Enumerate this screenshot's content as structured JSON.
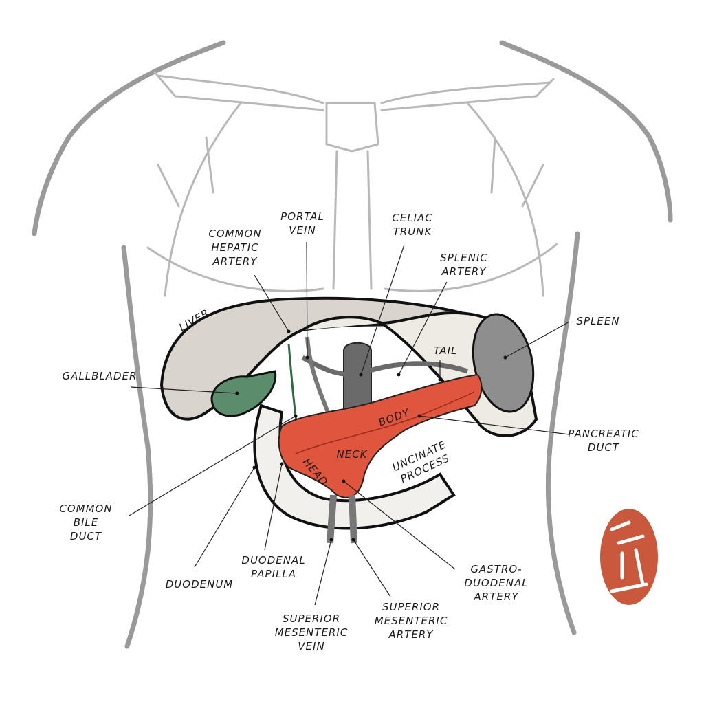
{
  "title": "Pancreas and surrounding anatomy",
  "colors": {
    "pancreas": "#e0553d",
    "liver": "#d9d5ce",
    "spleen": "#8e8e8e",
    "gallbladder": "#5b8c6c",
    "vessels": "#6a6a6a",
    "stamp": "#c9583c",
    "outline": "#111111"
  },
  "labels": {
    "common_hepatic_artery": {
      "lines": [
        "COMMON",
        "HEPATIC",
        "ARTERY"
      ]
    },
    "portal_vein": {
      "lines": [
        "PORTAL",
        "VEIN"
      ]
    },
    "celiac_trunk": {
      "lines": [
        "CELIAC",
        "TRUNK"
      ]
    },
    "splenic_artery": {
      "lines": [
        "SPLENIC",
        "ARTERY"
      ]
    },
    "liver": {
      "lines": [
        "LIVER"
      ]
    },
    "spleen": {
      "lines": [
        "SPLEEN"
      ]
    },
    "gallbladder": {
      "lines": [
        "GALLBLADER"
      ]
    },
    "tail": {
      "lines": [
        "TAIL"
      ]
    },
    "body": {
      "lines": [
        "BODY"
      ]
    },
    "neck": {
      "lines": [
        "NECK"
      ]
    },
    "head": {
      "lines": [
        "HEAD"
      ]
    },
    "uncinate_process": {
      "lines": [
        "UNCINATE",
        "PROCESS"
      ]
    },
    "pancreatic_duct": {
      "lines": [
        "PANCREATIC",
        "DUCT"
      ]
    },
    "common_bile_duct": {
      "lines": [
        "COMMON",
        "BILE",
        "DUCT"
      ]
    },
    "duodenum": {
      "lines": [
        "DUODENUM"
      ]
    },
    "duodenal_papilla": {
      "lines": [
        "DUODENAL",
        "PAPILLA"
      ]
    },
    "superior_mesenteric_vein": {
      "lines": [
        "SUPERIOR",
        "MESENTERIC",
        "VEIN"
      ]
    },
    "superior_mesenteric_artery": {
      "lines": [
        "SUPERIOR",
        "MESENTERIC",
        "ARTERY"
      ]
    },
    "gastroduodenal_artery": {
      "lines": [
        "GASTRO-",
        "DUODENAL",
        "ARTERY"
      ]
    }
  },
  "stamp": {
    "icon": "artist-seal-icon"
  }
}
